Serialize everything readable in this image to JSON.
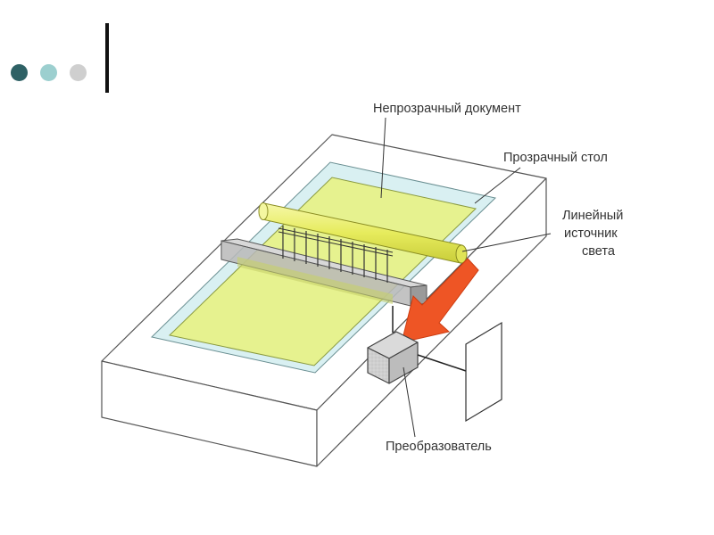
{
  "slide": {
    "dots": [
      {
        "name": "dot-dark",
        "color": "#2e6165"
      },
      {
        "name": "dot-medium",
        "color": "#9ccfcf"
      },
      {
        "name": "dot-light",
        "color": "#cfcfcf"
      }
    ]
  },
  "diagram": {
    "labels": {
      "document": "Непрозрачный документ",
      "glass": "Прозрачный стол",
      "light_line1": "Линейный",
      "light_line2": "источник",
      "light_line3": "света",
      "converter": "Преобразователь"
    },
    "colors": {
      "document": "#e6f28f",
      "glass": "#d9f0f2",
      "light_rod": "#ecef7a",
      "sensor_bar": "#b5b5b5",
      "converter_box": "#cfcfcf",
      "arrow": "#ee5525"
    }
  }
}
